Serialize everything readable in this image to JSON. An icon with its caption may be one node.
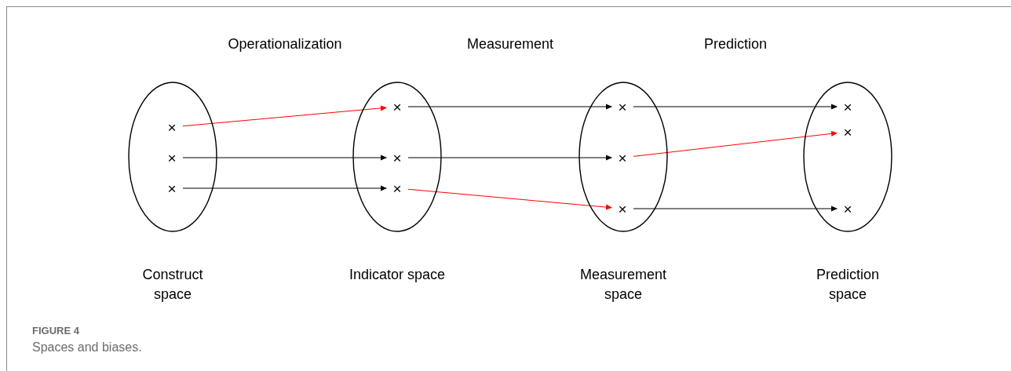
{
  "diagram": {
    "caption": "Spaces and biases.",
    "nodes": [
      {
        "text": [],
        "shape": "ellipse",
        "beside": [
          "Construct space"
        ]
      },
      {
        "text": [],
        "shape": "ellipse",
        "beside": [
          "Indicator space"
        ]
      },
      {
        "text": [],
        "shape": "ellipse",
        "beside": [
          "Measurement space"
        ]
      },
      {
        "text": [],
        "shape": "ellipse",
        "beside": [
          "Prediction space"
        ]
      },
      {
        "text": [
          "×"
        ],
        "in": 0
      },
      {
        "text": [
          "×"
        ],
        "in": 0
      },
      {
        "text": [
          "×"
        ],
        "in": 0
      },
      {
        "text": [
          "×"
        ],
        "in": 1
      },
      {
        "text": [
          "×"
        ],
        "in": 1
      },
      {
        "text": [
          "×"
        ],
        "in": 1
      },
      {
        "text": [
          "×"
        ],
        "in": 2
      },
      {
        "text": [
          "×"
        ],
        "in": 2
      },
      {
        "text": [
          "×"
        ],
        "in": 2
      },
      {
        "text": [
          "×"
        ],
        "in": 3
      },
      {
        "text": [
          "×"
        ],
        "in": 3
      },
      {
        "text": [
          "×"
        ],
        "in": 3
      }
    ],
    "edges": [
      {
        "from": 4,
        "to": 7,
        "arrow": "to",
        "color": "#ff0000"
      },
      {
        "from": 5,
        "to": 8,
        "arrow": "to"
      },
      {
        "from": 6,
        "to": 9,
        "arrow": "to"
      },
      {
        "from": 7,
        "to": 10,
        "arrow": "to"
      },
      {
        "from": 8,
        "to": 11,
        "arrow": "to"
      },
      {
        "from": 9,
        "to": 12,
        "arrow": "to",
        "color": "#ff0000"
      },
      {
        "from": 10,
        "to": 13,
        "arrow": "to"
      },
      {
        "from": 11,
        "to": 14,
        "arrow": "to",
        "color": "#ff0000"
      },
      {
        "from": 12,
        "to": 15,
        "arrow": "to"
      }
    ],
    "labels": [
      "Operationalization",
      "Measurement",
      "Prediction",
      "FIGURE 4"
    ]
  }
}
